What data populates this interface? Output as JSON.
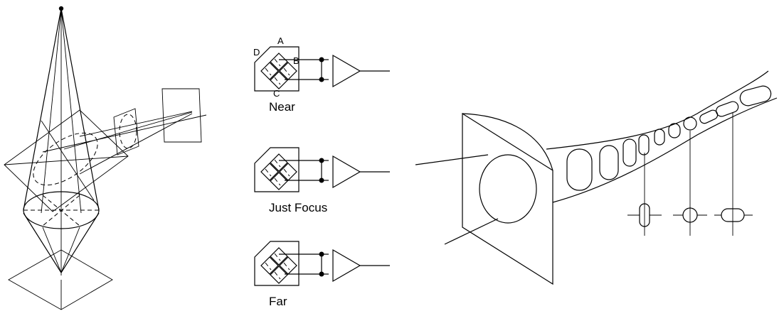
{
  "diagram": {
    "detector_states": [
      {
        "id": "near",
        "label": "Near",
        "show_quadrant_letters": true
      },
      {
        "id": "just-focus",
        "label": "Just Focus",
        "show_quadrant_letters": false
      },
      {
        "id": "far",
        "label": "Far",
        "show_quadrant_letters": false
      }
    ],
    "quadrant_labels": {
      "a": "A",
      "b": "B",
      "c": "C",
      "d": "D"
    }
  }
}
